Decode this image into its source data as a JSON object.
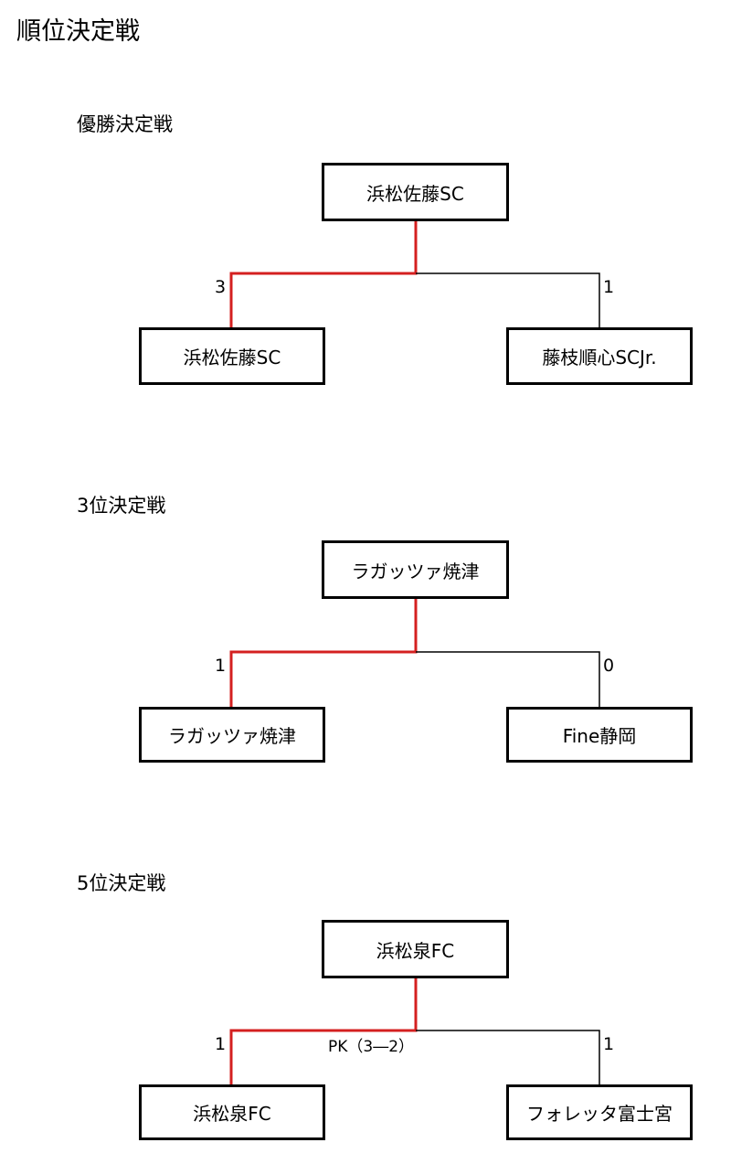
{
  "page": {
    "title": "順位決定戦"
  },
  "brackets": [
    {
      "title": "優勝決定戦",
      "winner": "浜松佐藤SC",
      "left": {
        "team": "浜松佐藤SC",
        "score": "3"
      },
      "right": {
        "team": "藤枝順心SCJr.",
        "score": "1"
      },
      "note": ""
    },
    {
      "title": "3位決定戦",
      "winner": "ラガッツァ焼津",
      "left": {
        "team": "ラガッツァ焼津",
        "score": "1"
      },
      "right": {
        "team": "Fine静岡",
        "score": "0"
      },
      "note": ""
    },
    {
      "title": "5位決定戦",
      "winner": "浜松泉FC",
      "left": {
        "team": "浜松泉FC",
        "score": "1"
      },
      "right": {
        "team": "フォレッタ富士宮",
        "score": "1"
      },
      "note": "PK（3―2）"
    }
  ],
  "colors": {
    "win_line": "#d42020",
    "line": "#000000"
  }
}
